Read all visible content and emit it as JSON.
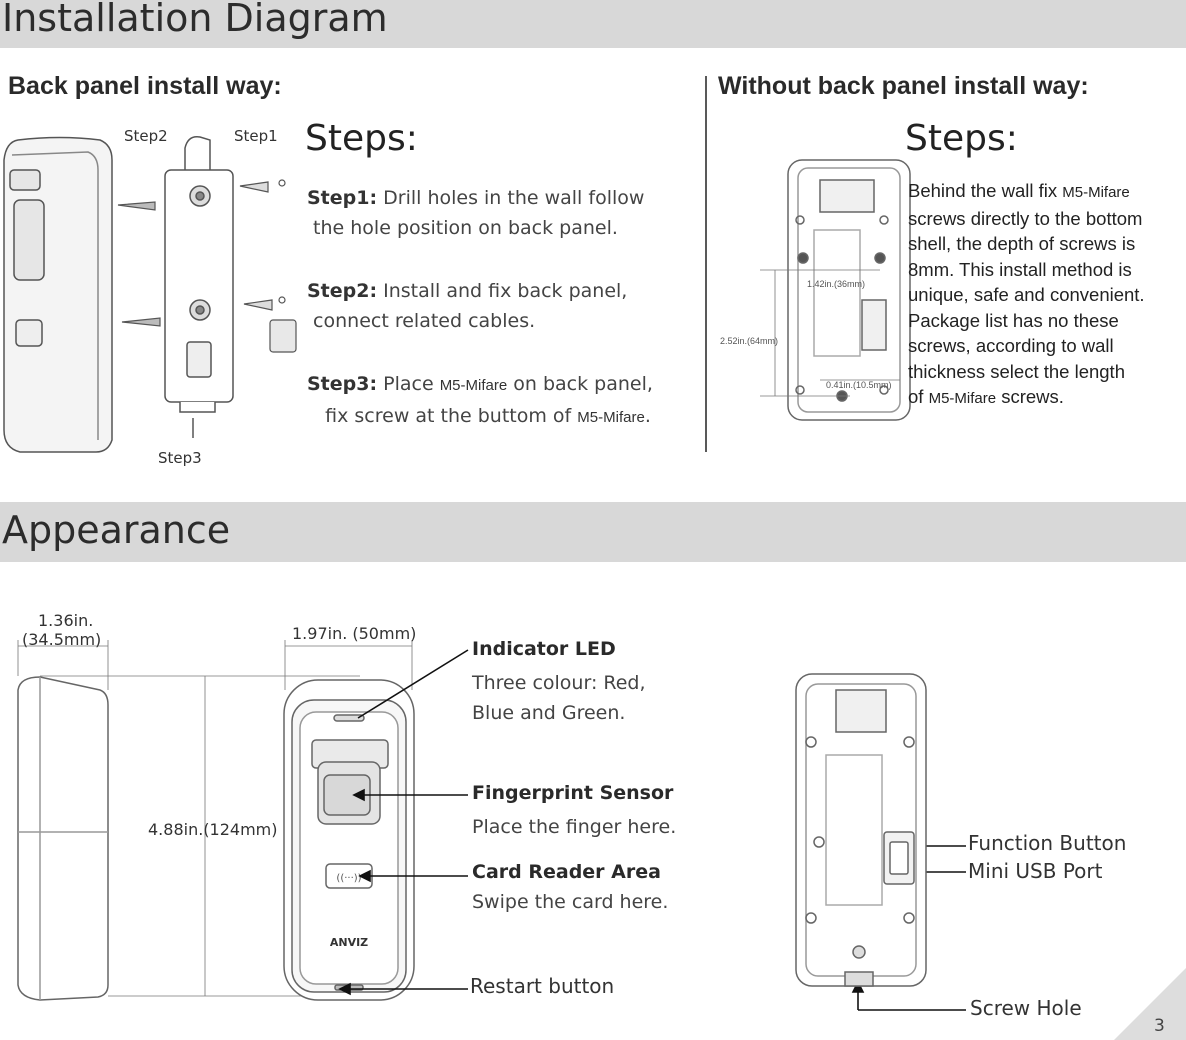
{
  "header": {
    "installation_title": "Installation Diagram",
    "appearance_title": "Appearance"
  },
  "back_panel": {
    "heading": "Back panel install way:",
    "steps_title": "Steps:",
    "labels": {
      "step1": "Step1",
      "step2": "Step2",
      "step3": "Step3"
    },
    "step1": {
      "label": "Step1:",
      "line1": "Drill holes in the wall follow",
      "line2": "the hole position on back panel."
    },
    "step2": {
      "label": "Step2:",
      "line1": "Install and fix back panel,",
      "line2": "connect related  cables."
    },
    "step3": {
      "label": "Step3:",
      "place": "Place",
      "model": "M5-Mifare",
      "rest": "on back panel,",
      "fix": "fix",
      "line2": "screw at the buttom of",
      "end": "."
    }
  },
  "no_back_panel": {
    "heading": "Without back panel install way:",
    "steps_title": "Steps:",
    "model": "M5-Mifare",
    "l1_pre": "Behind the wall fix",
    "l2": "screws directly to the bottom",
    "l3": "shell, the depth of screws is",
    "l4": "8mm. This install method is",
    "l5": "unique, safe and convenient.",
    "l6": "Package list has no these",
    "l7": "screws, according to wall",
    "l8": "thickness select the length",
    "l9_pre": "of",
    "l9_post": "screws.",
    "dim_width": "1.42in.(36mm)",
    "dim_height": "2.52in.(64mm)",
    "dim_bottom": "0.41in.(10.5mm)"
  },
  "appearance": {
    "depth_line1": "1.36in.",
    "depth_line2": "(34.5mm)",
    "width": "1.97in. (50mm)",
    "height": "4.88in.(124mm)",
    "led_title": "Indicator LED",
    "led_desc1": "Three colour: Red,",
    "led_desc2": "Blue and Green.",
    "fp_title": "Fingerprint Sensor",
    "fp_desc": "Place the finger here.",
    "card_title": "Card Reader Area",
    "card_desc": "Swipe the card here.",
    "restart": "Restart button",
    "function_button": "Function Button",
    "usb": "Mini USB Port",
    "screw_hole": "Screw Hole",
    "brand": "ANVIZ"
  },
  "page_number": "3"
}
